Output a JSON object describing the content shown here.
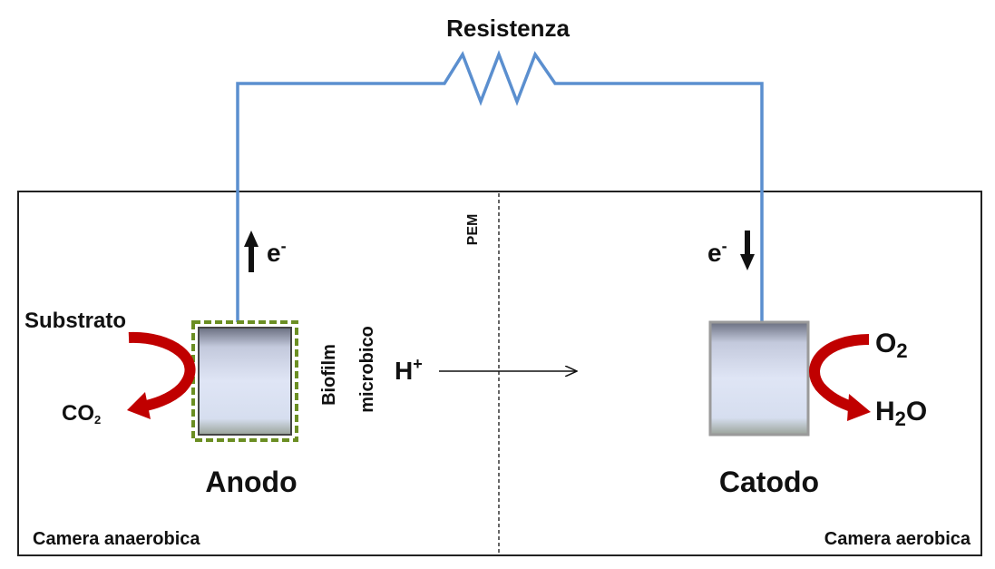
{
  "title": "Resistenza",
  "pem_label": "PEM",
  "electron_left": {
    "base": "e",
    "sup": "-"
  },
  "electron_right": {
    "base": "e",
    "sup": "-"
  },
  "proton": {
    "base": "H",
    "sup": "+"
  },
  "anode": {
    "label": "Anodo",
    "input": "Substrato",
    "output": {
      "base": "CO",
      "sub": "2"
    },
    "biofilm_line1": "Biofilm",
    "biofilm_line2": "microbico"
  },
  "cathode": {
    "label": "Catodo",
    "input": {
      "base": "O",
      "sub": "2"
    },
    "output": {
      "pre": "H",
      "sub": "2",
      "post": "O"
    }
  },
  "chambers": {
    "left": "Camera anaerobica",
    "right": "Camera aerobica"
  },
  "colors": {
    "wire": "#5b8fcf",
    "arrow_red": "#c00000",
    "biofilm": "#6b8e23",
    "electrode_top": "#6a6f80",
    "electrode_fill": "#d9e0f2"
  }
}
